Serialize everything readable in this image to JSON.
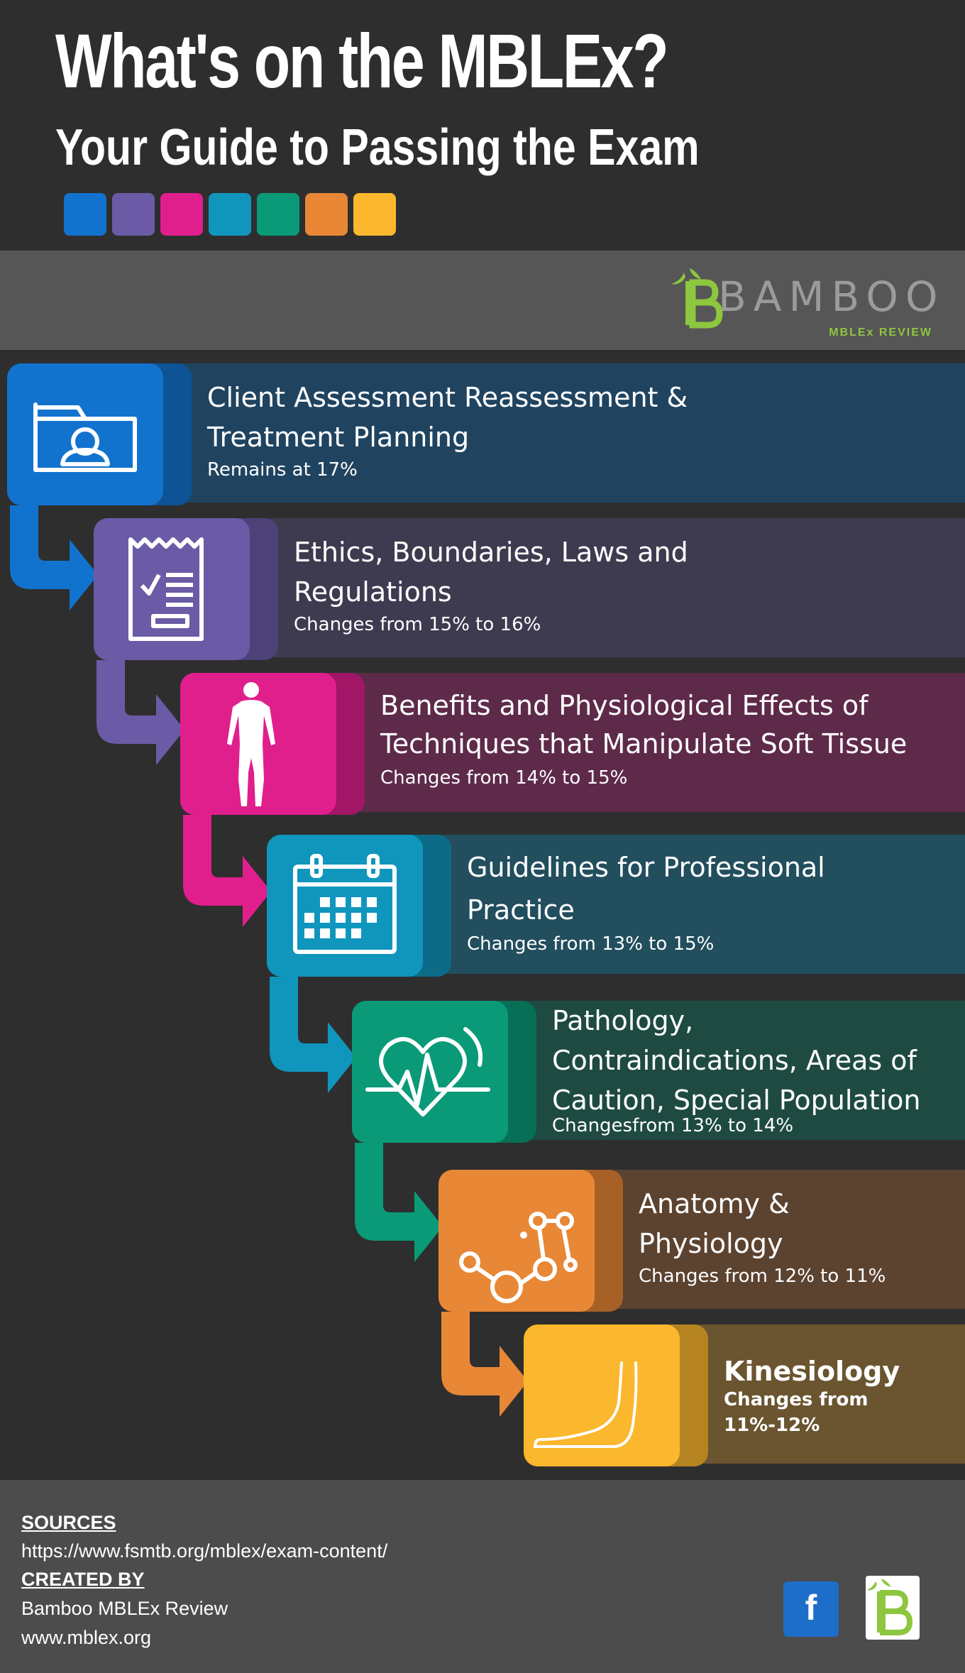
{
  "header": {
    "title": "What's on the MBLEx?",
    "subtitle": "Your Guide to Passing the Exam",
    "swatch_colors": [
      "#1273cf",
      "#6b5ba6",
      "#e01f8d",
      "#1096bd",
      "#0a9a78",
      "#e88736",
      "#fbb72e"
    ]
  },
  "brand": {
    "name": "BAMBOO",
    "tagline": "MBLEx REVIEW",
    "accent": "#8dc63f"
  },
  "rows": [
    {
      "title_lines": [
        "Client Assessment Reassessment &",
        "Treatment Planning"
      ],
      "subtitle": "Remains at 17%",
      "icon": "client-folder-icon",
      "tile_color": "#1273cf",
      "band_color": "#204460"
    },
    {
      "title_lines": [
        "Ethics, Boundaries, Laws and",
        "Regulations"
      ],
      "subtitle": "Changes from 15% to 16%",
      "icon": "checklist-receipt-icon",
      "tile_color": "#6b5ba6",
      "band_color": "#3e3b50"
    },
    {
      "title_lines": [
        "Benefits and Physiological Effects of",
        "Techniques that Manipulate Soft Tissue"
      ],
      "subtitle": "Changes from 14% to 15%",
      "icon": "human-body-icon",
      "tile_color": "#e01f8d",
      "band_color": "#5e2a4a"
    },
    {
      "title_lines": [
        "Guidelines for Professional",
        "Practice"
      ],
      "subtitle": "Changes from 13% to 15%",
      "icon": "calendar-icon",
      "tile_color": "#1096bd",
      "band_color": "#224e5e"
    },
    {
      "title_lines": [
        "Pathology,",
        "Contraindications, Areas of",
        "Caution, Special Population"
      ],
      "subtitle": "Changesfrom 13% to 14%",
      "icon": "heart-pulse-icon",
      "tile_color": "#0a9a78",
      "band_color": "#1e4a42"
    },
    {
      "title_lines": [
        "Anatomy &",
        "Physiology"
      ],
      "subtitle": "Changes from 12% to 11%",
      "icon": "molecule-icon",
      "tile_color": "#e88736",
      "band_color": "#5c4330"
    },
    {
      "title_lines": [
        "Kinesiology"
      ],
      "subtitle_lines": [
        "Changes from",
        "11%-12%"
      ],
      "icon": "foot-icon",
      "tile_color": "#fbb72e",
      "band_color": "#6a5530"
    }
  ],
  "footer": {
    "sources_heading": "SOURCES",
    "sources_url": "https://www.fsmtb.org/mblex/exam-content/",
    "created_heading": "CREATED BY",
    "creator": "Bamboo MBLEx Review",
    "website": "www.mblex.org",
    "facebook_glyph": "f"
  }
}
